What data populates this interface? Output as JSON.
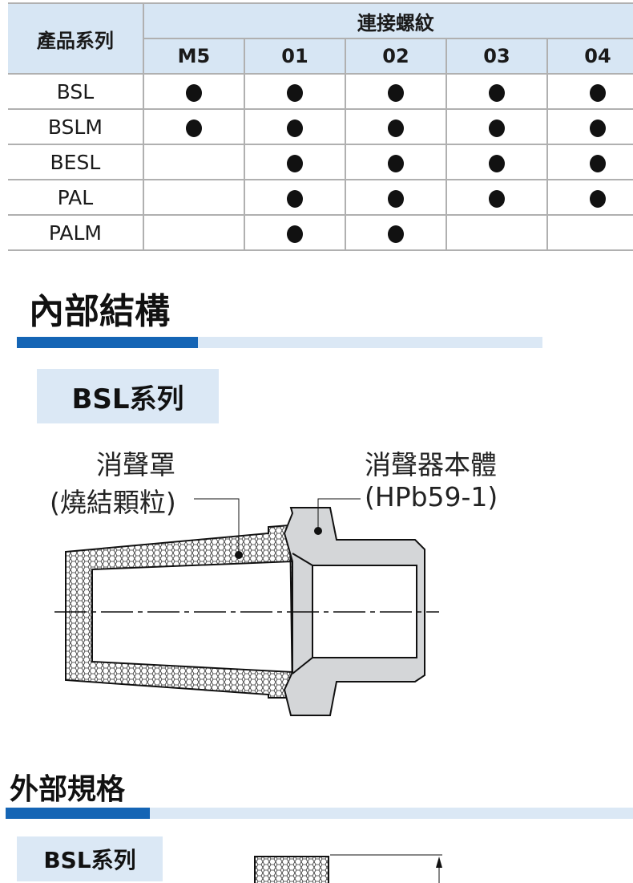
{
  "table": {
    "series_header": "產品系列",
    "thread_header": "連接螺紋",
    "columns": [
      "M5",
      "01",
      "02",
      "03",
      "04"
    ],
    "rows": [
      {
        "name": "BSL",
        "avail": [
          true,
          true,
          true,
          true,
          true
        ]
      },
      {
        "name": "BSLM",
        "avail": [
          true,
          true,
          true,
          true,
          true
        ]
      },
      {
        "name": "BESL",
        "avail": [
          false,
          true,
          true,
          true,
          true
        ]
      },
      {
        "name": "PAL",
        "avail": [
          false,
          true,
          true,
          true,
          true
        ]
      },
      {
        "name": "PALM",
        "avail": [
          false,
          true,
          true,
          false,
          false
        ]
      }
    ]
  },
  "section1": {
    "title": "內部結構",
    "tag": "BSL系列",
    "label_left_1": "消聲罩",
    "label_left_2": "(燒結顆粒)",
    "label_right_1": "消聲器本體",
    "label_right_2": "(HPb59-1)"
  },
  "section2": {
    "title": "外部規格",
    "tag": "BSL系列"
  },
  "colors": {
    "accent": "#1565b5",
    "light": "#dbe8f5"
  }
}
